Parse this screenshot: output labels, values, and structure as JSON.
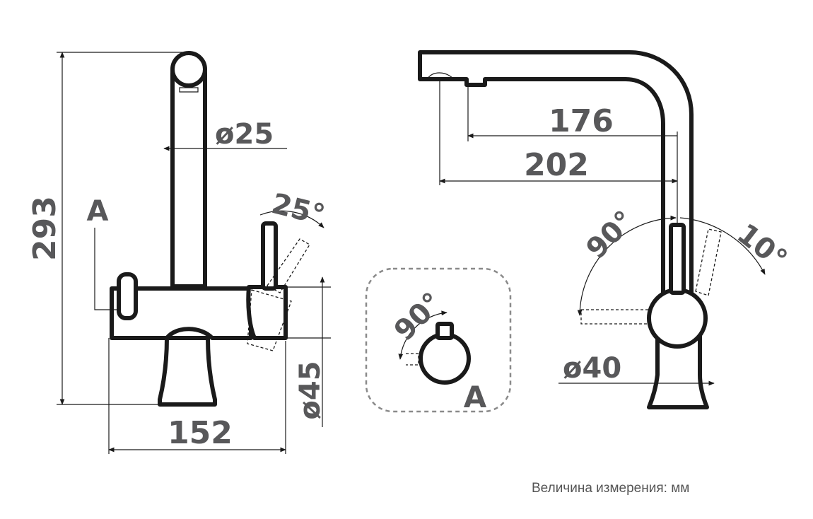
{
  "labels": {
    "height": "293",
    "spout_diameter": "ø25",
    "view_marker": "A",
    "lever_angle": "25°",
    "width": "152",
    "base_diameter": "ø45",
    "reach_short": "176",
    "reach_long": "202",
    "swivel_angle": "90°",
    "tilt_angle": "10°",
    "knob_diameter": "ø40",
    "detail_angle": "90°",
    "detail_marker": "A"
  },
  "footer": {
    "units_note": "Величина измерения: мм"
  },
  "colors": {
    "outline": "#1a1a1a",
    "dimension_text": "#58585a",
    "detail_frame": "#8a8a8a"
  }
}
